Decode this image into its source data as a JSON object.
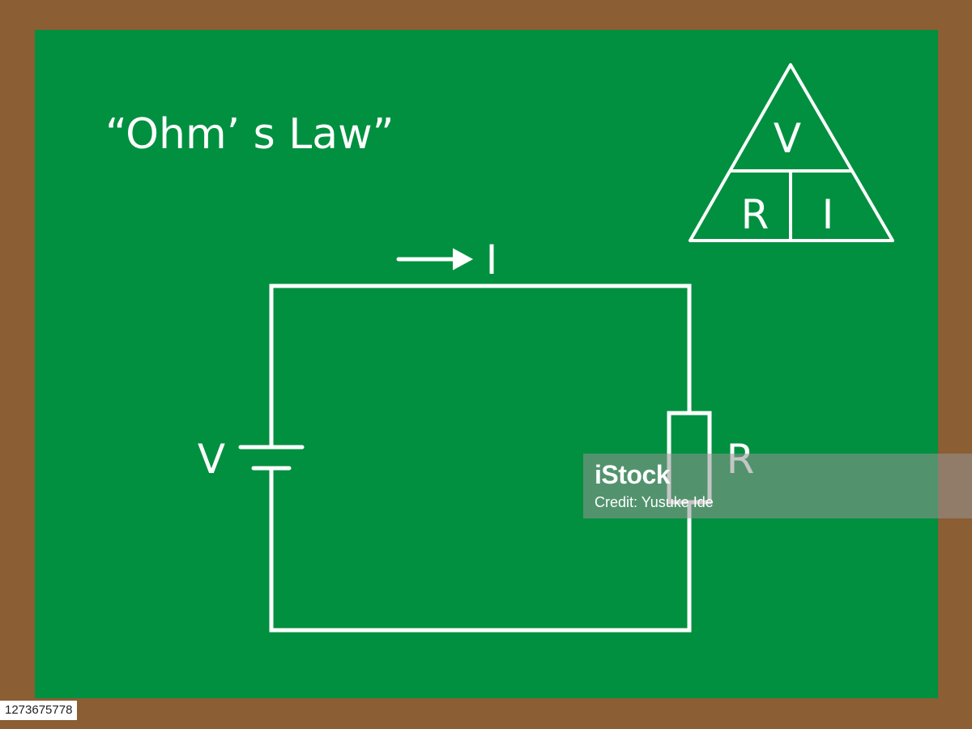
{
  "colors": {
    "frame": "#8B5E34",
    "board": "#00903F",
    "chalk": "#ffffff"
  },
  "title": "“Ohm’ s Law”",
  "triangle": {
    "top": "V",
    "bottom_left": "R",
    "bottom_right": "I"
  },
  "circuit": {
    "current_label": "I",
    "voltage_label": "V",
    "resistor_label": "R"
  },
  "watermark": {
    "logo": "iStock",
    "credit": "Credit: Yusuke Ide"
  },
  "stock_id": "1273675778"
}
